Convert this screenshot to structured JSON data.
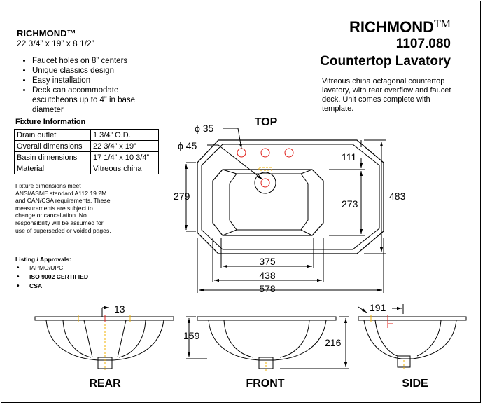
{
  "product": {
    "name": "RICHMOND™",
    "dimensions": "22 3/4” x 19” x 8 1/2”"
  },
  "title": {
    "name": "RICHMOND",
    "trademark": "TM",
    "model_number": "1107.080",
    "model_description": "Countertop Lavatory"
  },
  "description": "Vitreous china octagonal countertop lavatory, with rear overflow and faucet deck. Unit comes complete with template.",
  "features": [
    "Faucet holes on 8” centers",
    "Unique classics design",
    "Easy installation",
    "Deck can accommodate escutcheons up to 4” in base diameter"
  ],
  "fixture": {
    "title": "Fixture Information",
    "rows": [
      {
        "label": "Drain outlet",
        "value": "1 3/4” O.D."
      },
      {
        "label": "Overall dimensions",
        "value": "22 3/4” x 19”"
      },
      {
        "label": "Basin dimensions",
        "value": "17 1/4” x 10 3/4”"
      },
      {
        "label": "Material",
        "value": "Vitreous china"
      }
    ]
  },
  "disclaimer": "Fixture dimensions meet ANSI/ASME standard A112.19.2M and CAN/CSA requirements.  These measurements are subject to change or cancellation. No responsibility will be assumed for use of superseded or voided pages.",
  "listings": {
    "title": "Listing / Approvals:",
    "items": [
      {
        "bullet": "•",
        "text": "IAPMO/UPC",
        "bold": false
      },
      {
        "bullet": "•",
        "text": "ISO 9002 CERTIFIED",
        "bold": true
      },
      {
        "bullet": "•",
        "text": "CSA",
        "bold": true
      }
    ]
  },
  "drawing": {
    "views": {
      "top": "TOP",
      "rear": "REAR",
      "front": "FRONT",
      "side": "SIDE"
    },
    "dimensions": {
      "faucet_hole_dia": "ϕ 35",
      "drain_dia": "ϕ 45",
      "deck_depth": "111",
      "basin_length": "279",
      "basin_width": "273",
      "overall_width": "483",
      "basin_depth_width": "375",
      "rim_length": "438",
      "overall_length": "578",
      "rear_rim": "13",
      "front_height": "159",
      "overall_height": "216",
      "side_offset": "191"
    },
    "colors": {
      "line": "#000000",
      "marker": "#e0201a",
      "accent": "#f0b000"
    }
  }
}
